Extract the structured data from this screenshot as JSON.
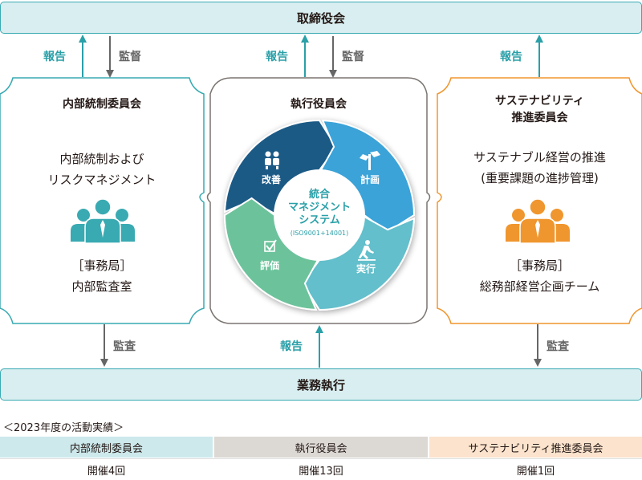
{
  "board": "取締役会",
  "business": "業務執行",
  "flows": {
    "report": "報告",
    "supervise": "監督",
    "audit": "監査"
  },
  "left_panel": {
    "title": "内部統制委員会",
    "description": "内部統制および\nリスクマネジメント",
    "secretariat": "［事務局］\n内部監査室",
    "icon": "people-group-icon",
    "color": "#39aab2"
  },
  "center_panel": {
    "title": "執行役員会",
    "wheel": {
      "center_title": "統合\nマネジメント\nシステム",
      "center_sub": "(ISO9001+14001)",
      "segments": [
        {
          "label": "改善",
          "icon": "people-handshake-icon",
          "color": "#1f5a86"
        },
        {
          "label": "計画",
          "icon": "signpost-icon",
          "color": "#3aa3d8"
        },
        {
          "label": "実行",
          "icon": "running-person-icon",
          "color": "#62bfcb"
        },
        {
          "label": "評価",
          "icon": "checkbox-icon",
          "color": "#6cc39b"
        }
      ]
    }
  },
  "right_panel": {
    "title": "サステナビリティ\n推進委員会",
    "description": "サステナブル経営の推進\n(重要課題の進捗管理)",
    "secretariat": "［事務局］\n総務部経営企画チーム",
    "icon": "people-group-icon",
    "color": "#f0962e"
  },
  "results": {
    "title": "＜2023年度の活動実績＞",
    "headers": [
      "内部統制委員会",
      "執行役員会",
      "サステナビリティ推進委員会"
    ],
    "values": [
      "開催4回",
      "開催13回",
      "開催1回"
    ]
  }
}
